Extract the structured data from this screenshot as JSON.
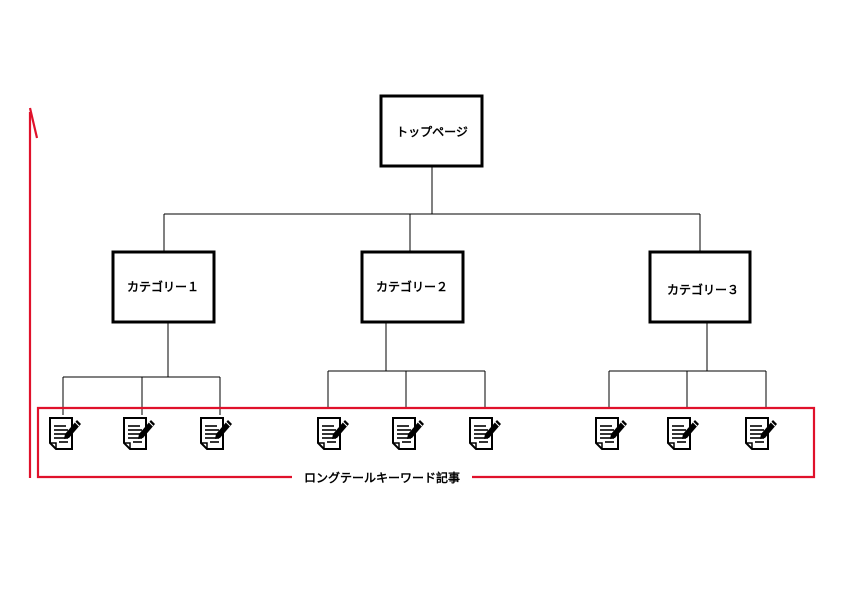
{
  "diagram": {
    "top": {
      "label": "トップページ"
    },
    "categories": [
      {
        "label": "カテゴリー１"
      },
      {
        "label": "カテゴリー２"
      },
      {
        "label": "カテゴリー３"
      }
    ],
    "group_label": "ロングテールキーワード記事",
    "accent_color": "#e0112b",
    "icons": {
      "article": "article-edit-icon"
    }
  }
}
